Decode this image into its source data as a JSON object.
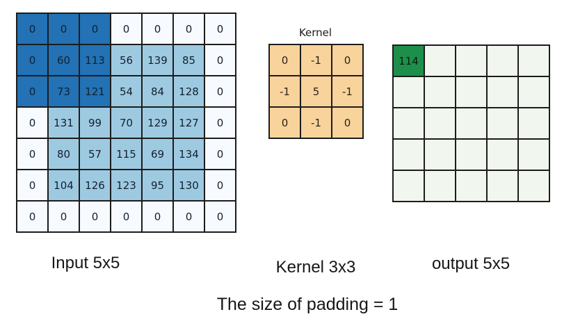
{
  "colors": {
    "dark_blue": "#2272b5",
    "light_blue": "#9ecae1",
    "pale_blue": "#f7fbff",
    "kernel_fill": "#f9d39c",
    "output_fill": "#f1f7ee",
    "output_highlight": "#1e8f4a",
    "grid_border": "#1c1c1c",
    "number_text": "#13202e",
    "kernel_text": "#2b2318"
  },
  "input": {
    "values": [
      [
        "0",
        "0",
        "0",
        "0",
        "0",
        "0",
        "0"
      ],
      [
        "0",
        "60",
        "113",
        "56",
        "139",
        "85",
        "0"
      ],
      [
        "0",
        "73",
        "121",
        "54",
        "84",
        "128",
        "0"
      ],
      [
        "0",
        "131",
        "99",
        "70",
        "129",
        "127",
        "0"
      ],
      [
        "0",
        "80",
        "57",
        "115",
        "69",
        "134",
        "0"
      ],
      [
        "0",
        "104",
        "126",
        "123",
        "95",
        "130",
        "0"
      ],
      [
        "0",
        "0",
        "0",
        "0",
        "0",
        "0",
        "0"
      ]
    ],
    "cell_styles": [
      "dddpppp",
      "dddlllp",
      "dddlllp",
      "plllllp",
      "plllllp",
      "plllllp",
      "ppppppp"
    ]
  },
  "kernel": {
    "title": "Kernel",
    "values": [
      [
        "0",
        "-1",
        "0"
      ],
      [
        "-1",
        "5",
        "-1"
      ],
      [
        "0",
        "-1",
        "0"
      ]
    ],
    "cell_styles": [
      "kkk",
      "kkk",
      "kkk"
    ]
  },
  "output": {
    "values": [
      [
        "114",
        "",
        "",
        "",
        ""
      ],
      [
        "",
        "",
        "",
        "",
        ""
      ],
      [
        "",
        "",
        "",
        "",
        ""
      ],
      [
        "",
        "",
        "",
        "",
        ""
      ],
      [
        "",
        "",
        "",
        "",
        ""
      ]
    ],
    "cell_styles": [
      "goooo",
      "ooooo",
      "ooooo",
      "ooooo",
      "ooooo"
    ],
    "highlight_cell_value": "114"
  },
  "captions": {
    "input": "Input 5x5",
    "kernel": "Kernel 3x3",
    "output": "output 5x5",
    "padding": "The size of padding = 1"
  }
}
